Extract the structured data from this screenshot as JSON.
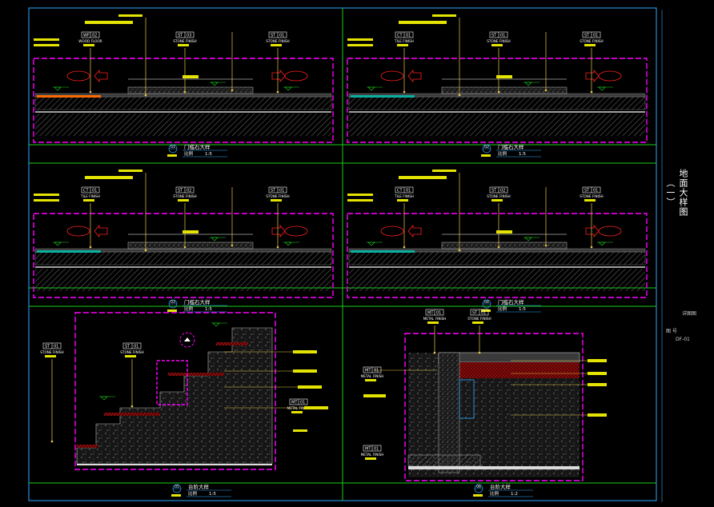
{
  "sheet": {
    "vertical_title": "地面大样图（一）",
    "label_detail": "详图图",
    "label_drawing_no": "图 号",
    "drawing_no": "DF-01"
  },
  "colors": {
    "frame": "#2ea8ff",
    "grid": "#17d117",
    "section": "#ff00ff",
    "leader": "#e8c94a",
    "tag_box": "#ffffff",
    "hatch": "#7a7a7a",
    "level": "#1fd11f",
    "arrow": "#ff2020",
    "bar": "#e4e400"
  },
  "panels": [
    {
      "title": "门槛石大样",
      "number": "01",
      "sub": "比例",
      "scale": "1:5",
      "tags": [
        {
          "code": "WF",
          "num": "02",
          "name": "WOOD FLOOR"
        },
        {
          "code": "ST",
          "num": "03",
          "name": "STONE FINISH"
        },
        {
          "code": "ST",
          "num": "01",
          "name": "STONE FINISH"
        }
      ]
    },
    {
      "title": "门槛石大样",
      "number": "02",
      "sub": "比例",
      "scale": "1:5",
      "tags": [
        {
          "code": "CT",
          "num": "01",
          "name": "TILE FINISH"
        },
        {
          "code": "ST",
          "num": "01",
          "name": "STONE FINISH"
        },
        {
          "code": "ST",
          "num": "01",
          "name": "STONE FINISH"
        }
      ]
    },
    {
      "title": "门槛石大样",
      "number": "03",
      "sub": "比例",
      "scale": "1:5",
      "tags": [
        {
          "code": "CT",
          "num": "01",
          "name": "TILE FINISH"
        },
        {
          "code": "ST",
          "num": "02",
          "name": "STONE FINISH"
        },
        {
          "code": "ST",
          "num": "01",
          "name": "STONE FINISH"
        }
      ]
    },
    {
      "title": "门槛石大样",
      "number": "04",
      "sub": "比例",
      "scale": "1:5",
      "tags": [
        {
          "code": "CT",
          "num": "01",
          "name": "TILE FINISH"
        },
        {
          "code": "ST",
          "num": "02",
          "name": "STONE FINISH"
        },
        {
          "code": "ST",
          "num": "01",
          "name": "STONE FINISH"
        }
      ]
    },
    {
      "title": "台阶大样",
      "number": "05",
      "sub": "比例",
      "scale": "1:5",
      "tags": [
        {
          "code": "ST",
          "num": "01",
          "name": "STONE FINISH"
        },
        {
          "code": "ST",
          "num": "01",
          "name": "STONE FINISH"
        },
        {
          "code": "MT",
          "num": "01",
          "name": "METAL FINISH"
        }
      ]
    },
    {
      "title": "台阶大样",
      "number": "06",
      "sub": "比例",
      "scale": "1:2",
      "tags": [
        {
          "code": "MT",
          "num": "01",
          "name": "METAL FINISH"
        },
        {
          "code": "ST",
          "num": "01",
          "name": "STONE FINISH"
        },
        {
          "code": "MT",
          "num": "01",
          "name": "METAL FINISH"
        },
        {
          "code": "MT",
          "num": "01",
          "name": "METAL FINISH"
        }
      ]
    }
  ]
}
